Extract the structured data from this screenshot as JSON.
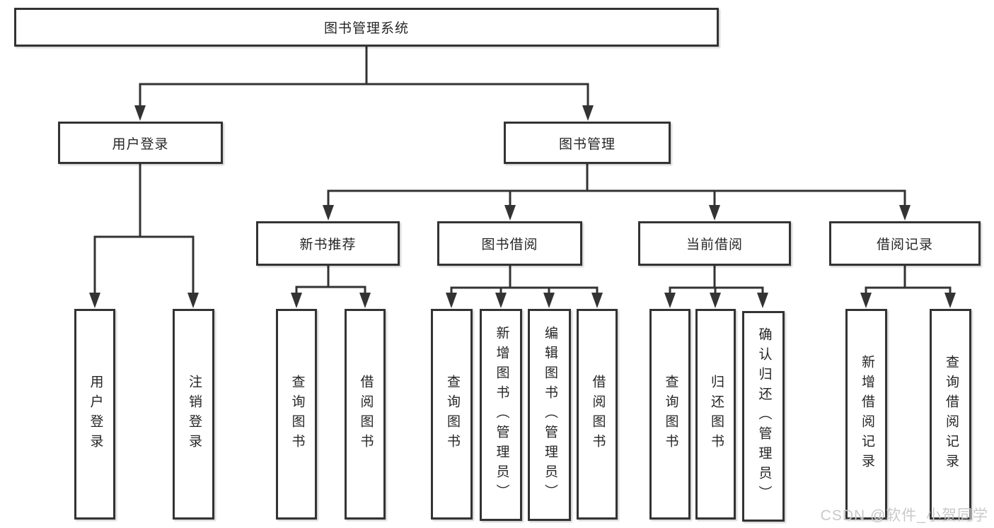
{
  "tree": {
    "label": "图书管理系统",
    "children": [
      {
        "label": "用户登录",
        "children": [
          {
            "label": "用户登录"
          },
          {
            "label": "注销登录"
          }
        ]
      },
      {
        "label": "图书管理",
        "children": [
          {
            "label": "新书推荐",
            "children": [
              {
                "label": "查询图书"
              },
              {
                "label": "借阅图书"
              }
            ]
          },
          {
            "label": "图书借阅",
            "children": [
              {
                "label": "查询图书"
              },
              {
                "label": "新增图书（管理员）"
              },
              {
                "label": "编辑图书（管理员）"
              },
              {
                "label": "借阅图书"
              }
            ]
          },
          {
            "label": "当前借阅",
            "children": [
              {
                "label": "查询图书"
              },
              {
                "label": "归还图书"
              },
              {
                "label": "确认归还（管理员）"
              }
            ]
          },
          {
            "label": "借阅记录",
            "children": [
              {
                "label": "新增借阅记录"
              },
              {
                "label": "查询借阅记录"
              }
            ]
          }
        ]
      }
    ]
  },
  "watermark": "CSDN @软件_小贺同学",
  "colors": {
    "line": "#333333",
    "box_border": "#333333",
    "box_bg": "#ffffff",
    "text": "#262626",
    "watermark": "#c9c9c9"
  }
}
